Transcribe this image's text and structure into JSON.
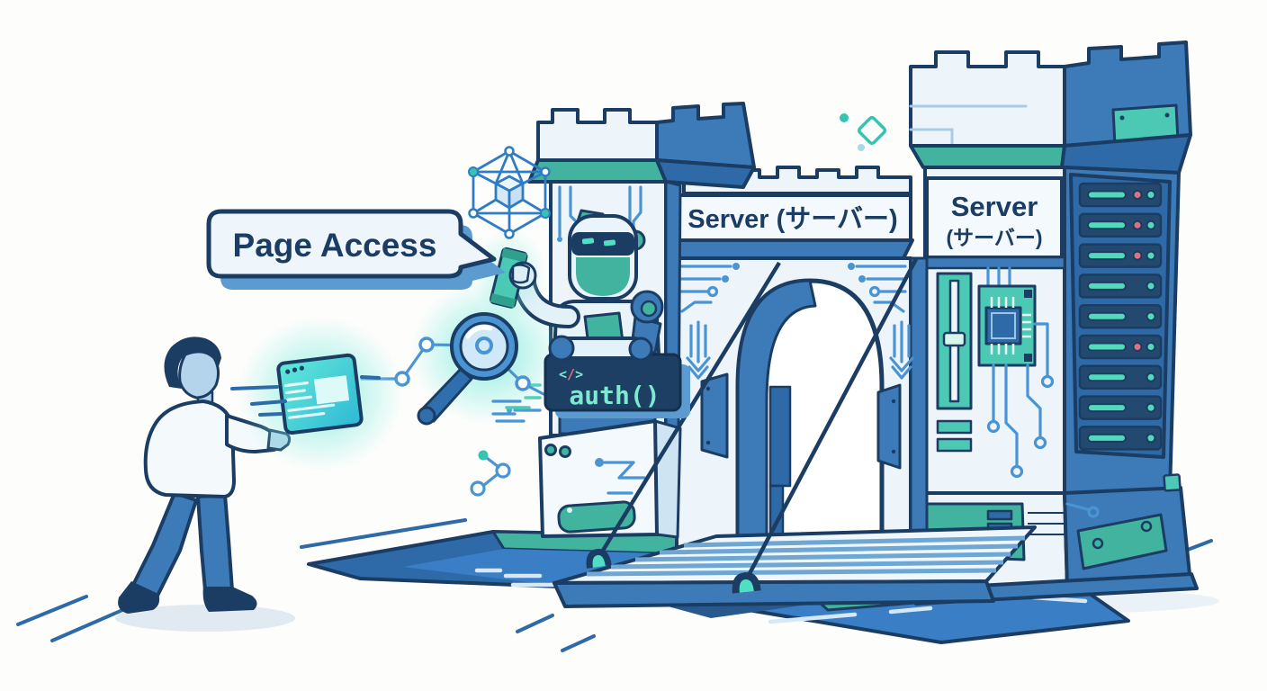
{
  "labels": {
    "speech_bubble": "Page Access",
    "auth_tag_open": "<",
    "auth_tag_slash": "/",
    "auth_tag_close": ">",
    "auth_function": "auth()",
    "gate_banner": "Server (サーバー)",
    "tower_banner_line1": "Server",
    "tower_banner_line2": "(サーバー)"
  },
  "icons": {
    "speech_bubble": "speech-bubble",
    "code_tag": "</>",
    "network_polyhedron": "hexagon-wireframe-with-cube",
    "magnifier": "magnifying-glass",
    "share_nodes": "share-nodes",
    "sparkle_diamond": "diamond-sparkle",
    "browser_window": "glowing-browser-window",
    "robot": "robot-gatekeeper-holding-ticket",
    "castle_gate": "castle-gate-with-drawbridge",
    "server_rack": "server-rack-tower",
    "moat": "moat-water"
  },
  "rack": {
    "slots": [
      {
        "leds": [
          "pink",
          "teal"
        ]
      },
      {
        "leds": [
          "pink",
          "teal"
        ]
      },
      {
        "leds": [
          "pink",
          "teal"
        ]
      },
      {
        "leds": [
          "teal"
        ]
      },
      {
        "leds": [
          "teal"
        ]
      },
      {
        "leds": [
          "pink",
          "teal"
        ]
      },
      {
        "leds": [
          "teal"
        ]
      },
      {
        "leds": [
          "teal"
        ]
      },
      {
        "leds": [
          "teal"
        ]
      }
    ]
  },
  "colors": {
    "navy": "#1b3d63",
    "blue": "#3d7ab8",
    "blue_dark": "#2e6aa8",
    "blue_deep": "#27598f",
    "light": "#edf5fa",
    "pale": "#cfe4f2",
    "teal": "#41b39e",
    "teal_bright": "#4cc9b4",
    "mint": "#7fe8d0",
    "water": "#3a7ec5",
    "pink": "#e0717e",
    "glow": "#8ff0df",
    "trace": "#4a94d4",
    "shadow_blue": "#5b9bd0",
    "skin": "#b3d4ea",
    "white": "#fdfdfc"
  }
}
